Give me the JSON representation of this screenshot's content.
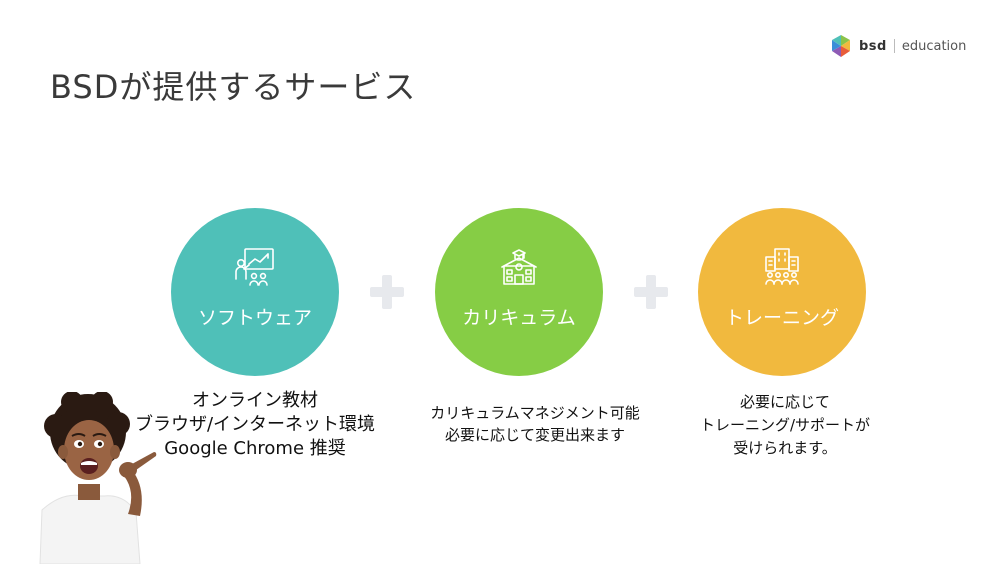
{
  "logo": {
    "brand": "bsd",
    "sub": "education"
  },
  "title": "BSDが提供するサービス",
  "services": [
    {
      "label": "ソフトウェア",
      "icon": "presentation-icon",
      "color": "#4fc0b8",
      "lines": [
        "オンライン教材",
        "ブラウザ/インターネット環境",
        "Google Chrome 推奨"
      ]
    },
    {
      "label": "カリキュラム",
      "icon": "school-building-icon",
      "color": "#86cd45",
      "lines": [
        "カリキュラムマネジメント可能",
        "必要に応じて変更出来ます"
      ]
    },
    {
      "label": "トレーニング",
      "icon": "office-building-icon",
      "color": "#f1b93e",
      "lines": [
        "必要に応じて",
        "トレーニング/サポートが",
        "受けられます。"
      ]
    }
  ]
}
